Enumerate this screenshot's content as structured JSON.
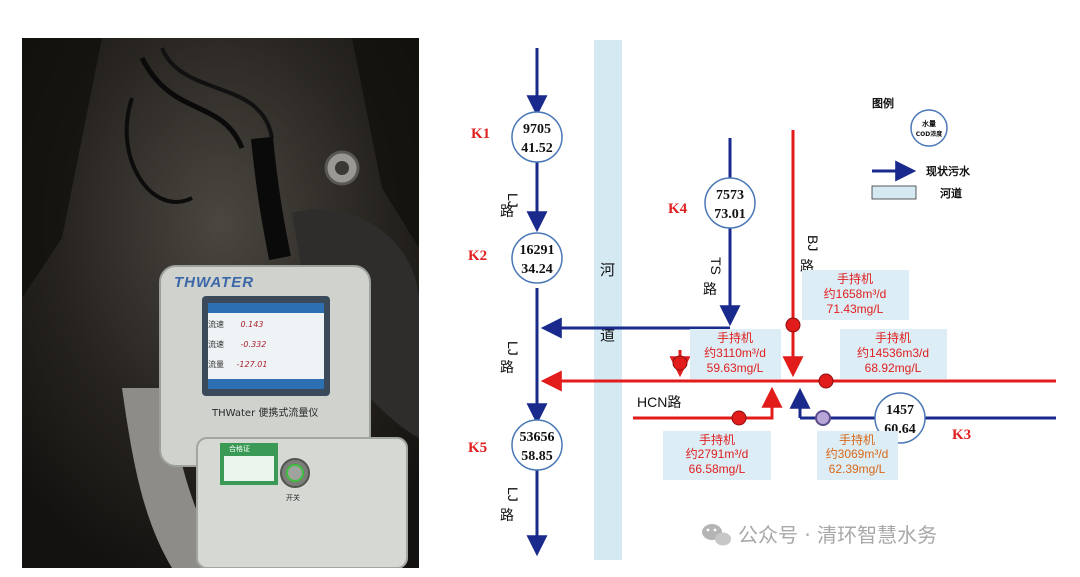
{
  "colors": {
    "sewer_blue": "#1a2a8c",
    "pipe_red": "#e21b1b",
    "river_fill": "#d4e9f2",
    "annotation_red": "#e02020",
    "annotation_orange": "#d9681a",
    "annotation_box": "#dcedf5",
    "watermark": "#a8a8a8"
  },
  "photo": {
    "device_brand": "THWATER",
    "device_caption": "THWater 便携式流量仪",
    "screen_rows": [
      {
        "label": "流速",
        "value": "0.143"
      },
      {
        "label": "流速",
        "value": "-0.332"
      },
      {
        "label": "流量",
        "value": "-127.01"
      }
    ],
    "cert_label": "合格证",
    "switch_label": "开关"
  },
  "legend": {
    "title": "图例",
    "node_line1": "水量",
    "node_line2": "COD浓度",
    "sewer_label": "现状污水",
    "river_label": "河道"
  },
  "river": {
    "char1": "河",
    "char2": "道"
  },
  "nodes": [
    {
      "id": "K1",
      "flow": "9705",
      "cod": "41.52"
    },
    {
      "id": "K2",
      "flow": "16291",
      "cod": "34.24"
    },
    {
      "id": "K4",
      "flow": "7573",
      "cod": "73.01"
    },
    {
      "id": "K5",
      "flow": "53656",
      "cod": "58.85"
    },
    {
      "id": "K3",
      "flow": "1457",
      "cod": "60.64"
    }
  ],
  "roads": {
    "lj1": [
      "LJ",
      "路"
    ],
    "lj2": [
      "LJ",
      "路"
    ],
    "lj3": [
      "LJ",
      "路"
    ],
    "ts": [
      "TS",
      "路"
    ],
    "bj": [
      "BJ",
      "路"
    ],
    "hcn": "HCN路"
  },
  "annotations": [
    {
      "title": "手持机",
      "flow": "约1658m³/d",
      "cod": "71.43mg/L"
    },
    {
      "title": "手持机",
      "flow": "约3110m³/d",
      "cod": "59.63mg/L"
    },
    {
      "title": "手持机",
      "flow": "约14536m3/d",
      "cod": "68.92mg/L"
    },
    {
      "title": "手持机",
      "flow": "约2791m³/d",
      "cod": "66.58mg/L"
    },
    {
      "title": "手持机",
      "flow": "约3069m³/d",
      "cod": "62.39mg/L"
    }
  ],
  "watermark": "公众号 · 清环智慧水务"
}
